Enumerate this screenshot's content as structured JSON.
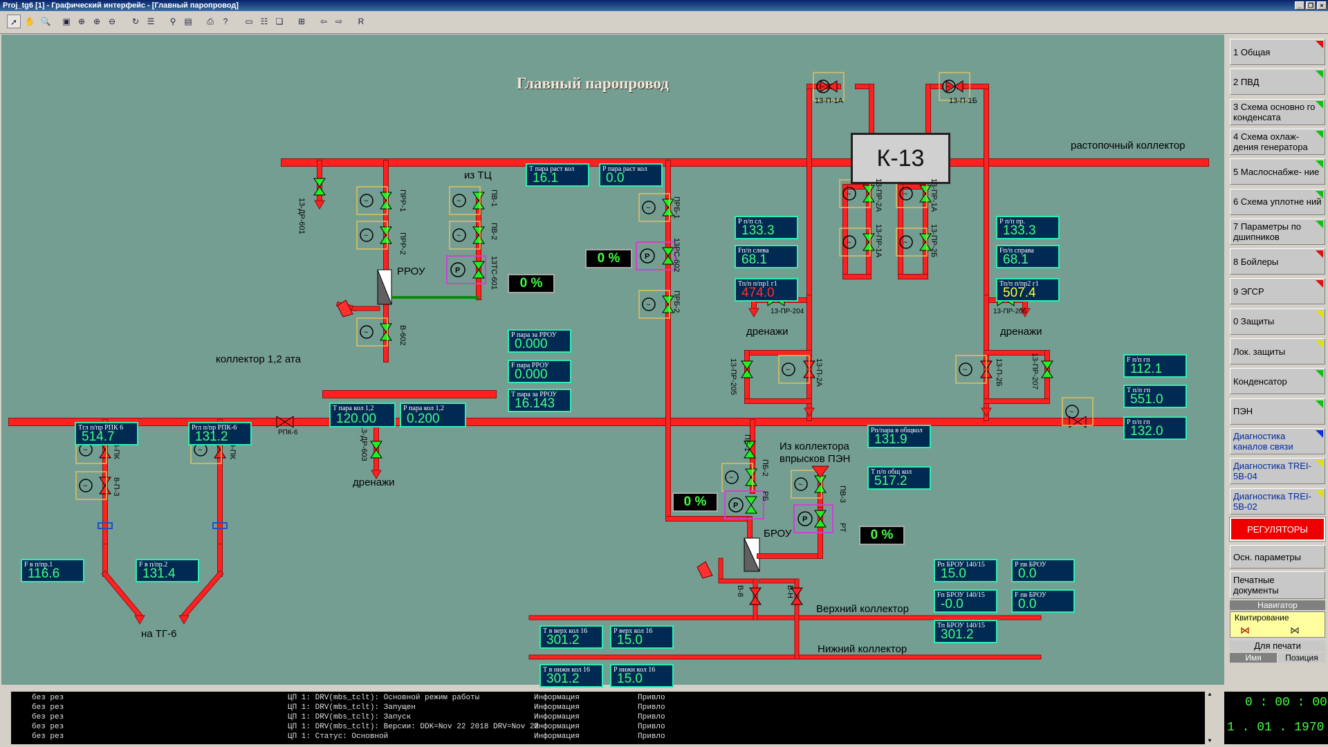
{
  "window": {
    "title": "Proj_tg6 [1] - Графический интерфейс - [Главный паропровод]"
  },
  "toolbar": {
    "r_label": "R"
  },
  "scheme": {
    "title": "Главный паропровод",
    "boiler": "К-13",
    "labels": {
      "rastop": "растопочный коллектор",
      "iz_tc": "из ТЦ",
      "rrou": "РРОУ",
      "kollektor12": "коллектор 1,2 ата",
      "drenazhi1": "дренажи",
      "drenazhi2": "дренажи",
      "drenazhi3": "дренажи",
      "iz_koll": "Из коллектора",
      "vprysk": "впрысков ПЭН",
      "brou": "БРОУ",
      "na_tg": "на ТГ-6",
      "verh": "Верхний коллектор",
      "nizh": "Нижний коллектор"
    },
    "valves": {
      "p1a": "13-П-1А",
      "p1b": "13-П-1Б",
      "rpk6": "РПК-6",
      "pr204": "13-ПР-204",
      "pr206": "13-ПР-206",
      "prr1": "ПРР-1",
      "prr2": "ПРР-2",
      "b602": "В-602",
      "pv1": "ПВ-1",
      "pv2": "ПВ-2",
      "tc601": "13ТС-601",
      "prb1": "ПРБ-1",
      "rs602": "13РС-602",
      "prb2": "ПРБ-2",
      "pr2a": "13-ПР-2А",
      "pr1a": "13-ПР-1А",
      "pr1a2": "13-ПР-1А",
      "pr2b": "13-ПР-2Б",
      "pr205": "13-ПР-205",
      "p2a": "13-П-2А",
      "p2b": "13-П-2Б",
      "pr207": "13-ПР-207",
      "pk8": "8-ПК",
      "p3_8": "8-П-3",
      "pk9": "9-ПК",
      "dr603": "13-ДР-603",
      "dr601": "13-ДР-601",
      "pb1": "ПБ-1",
      "pb2": "ПБ-2",
      "rb": "РБ",
      "pv3": "ПВ-3",
      "rt": "РТ",
      "v8": "В-8",
      "vn": "В-Н"
    },
    "percents": {
      "rrou": "0 %",
      "prb": "0 %",
      "rb": "0 %",
      "rt": "0 %"
    }
  },
  "readouts": [
    {
      "id": "t_rast",
      "label": "Т пара раст кол",
      "value": "16.1"
    },
    {
      "id": "p_rast",
      "label": "Р пара раст кол",
      "value": "0.0"
    },
    {
      "id": "p_sl",
      "label": "Р п/п сл.",
      "value": "133.3"
    },
    {
      "id": "f_sl",
      "label": "Fп/п     слева",
      "value": "68.1"
    },
    {
      "id": "t_sl",
      "label": "Тп/п п/пр1 г1",
      "value": "474.0",
      "color": "red"
    },
    {
      "id": "p_pr",
      "label": "Р п/п пр.",
      "value": "133.3"
    },
    {
      "id": "f_pr",
      "label": "Fп/п     справа",
      "value": "68.1"
    },
    {
      "id": "t_pr",
      "label": "Тп/п п/пр2 г1",
      "value": "507.4",
      "color": "yellow"
    },
    {
      "id": "p_rrou",
      "label": "Р пара за РРОУ",
      "value": "0.000"
    },
    {
      "id": "f_rrou",
      "label": "F пара РРОУ",
      "value": "0.000"
    },
    {
      "id": "t_rrou",
      "label": "Т пара за РРОУ",
      "value": "16.143"
    },
    {
      "id": "t_k12",
      "label": "Т пара кол 1,2",
      "value": "120.00"
    },
    {
      "id": "p_k12",
      "label": "Р пара кол 1,2",
      "value": "0.200"
    },
    {
      "id": "t_rpk",
      "label": "Тгл п/пр РПК 6",
      "value": "514.7"
    },
    {
      "id": "p_rpk",
      "label": "Ргл п/пр РПК-6",
      "value": "131.2"
    },
    {
      "id": "p_obsh",
      "label": "Рп/пара в общкол",
      "value": "131.9"
    },
    {
      "id": "t_obsh",
      "label": "Т п/п общ кол",
      "value": "517.2"
    },
    {
      "id": "f_gp",
      "label": "F п/п гп",
      "value": "112.1"
    },
    {
      "id": "t_gp",
      "label": "Т п/п гп",
      "value": "551.0"
    },
    {
      "id": "p_gp",
      "label": "Р п/п гп",
      "value": "132.0"
    },
    {
      "id": "f1",
      "label": "F в п/пр.1",
      "value": "116.6"
    },
    {
      "id": "f2",
      "label": "F в п/пр.2",
      "value": "131.4"
    },
    {
      "id": "rp_brou",
      "label": "Рп БРОУ 140/15",
      "value": "15.0"
    },
    {
      "id": "rpv_brou",
      "label": "Р пв  БРОУ",
      "value": "0.0"
    },
    {
      "id": "fp_brou",
      "label": "Fп БРОУ  140/15",
      "value": "-0.0"
    },
    {
      "id": "fpv_brou",
      "label": "F пв  БРОУ",
      "value": "0.0"
    },
    {
      "id": "tp_brou",
      "label": "Тп БРОУ 140/15",
      "value": "301.2"
    },
    {
      "id": "t_verh",
      "label": "Т в верх кол 16",
      "value": "301.2"
    },
    {
      "id": "p_verh",
      "label": "Р верх кол 16",
      "value": "15.0"
    },
    {
      "id": "t_nizh",
      "label": "Т в нижн кол 16",
      "value": "301.2"
    },
    {
      "id": "p_nizh",
      "label": "Р нижн кол 16",
      "value": "15.0"
    }
  ],
  "nav": [
    {
      "label": "1 Общая",
      "flag": "#e01010"
    },
    {
      "label": "2 ПВД",
      "flag": "#10c010"
    },
    {
      "label": "3 Схема основно го конденсата",
      "flag": "#10c010"
    },
    {
      "label": "4 Схема охлаж- дения генератора",
      "flag": "#10c010"
    },
    {
      "label": "5 Маслоснабже- ние",
      "flag": "#10c010"
    },
    {
      "label": "6 Схема уплотне ний",
      "flag": "#10c010"
    },
    {
      "label": "7 Параметры по дшипников",
      "flag": "#10c010"
    },
    {
      "label": "8 Бойлеры",
      "flag": "#e01010"
    },
    {
      "label": "9 ЭГСР",
      "flag": "#e01010"
    },
    {
      "label": "0 Защиты",
      "flag": "#e0e010"
    },
    {
      "label": "Лок. защиты",
      "flag": "#e0e010"
    },
    {
      "label": "Конденсатор",
      "flag": "#10c010"
    },
    {
      "label": "ПЭН",
      "flag": "#10c010"
    },
    {
      "label": "Диагностика каналов связи",
      "flag": "#1030e0"
    },
    {
      "label": "Диагностика TREI-5B-04",
      "flag": "#e0e010"
    },
    {
      "label": "Диагностика TREI-5B-02",
      "flag": "#e0e010"
    }
  ],
  "nav_bottom": {
    "regulators": "РЕГУЛЯТОРЫ",
    "osn": "Осн. параметры",
    "print_docs": "Печатные документы",
    "navigator": "Навигатор",
    "kvit": "Квитирование",
    "for_print": "Для печати",
    "name": "Имя",
    "position": "Позиция"
  },
  "log": [
    [
      "без рез",
      "ЦП 1: DRV(mbs_tclt): Основной режим работы",
      "Информация",
      "Привло"
    ],
    [
      "без рез",
      "ЦП 1: DRV(mbs_tclt): Запущен",
      "Информация",
      "Привло"
    ],
    [
      "без рез",
      "ЦП 1: DRV(mbs_tclt): Запуск",
      "Информация",
      "Привло"
    ],
    [
      "без рез",
      "ЦП 1: DRV(mbs_tclt): Версии: DDK=Nov 22 2018 DRV=Nov 22",
      "Информация",
      "Привло"
    ],
    [
      "без рез",
      "ЦП 1: Статус: Основной",
      "Информация",
      "Привло"
    ]
  ],
  "clock": {
    "time": "0 : 00 : 00",
    "date": "1  . 01 . 1970"
  }
}
